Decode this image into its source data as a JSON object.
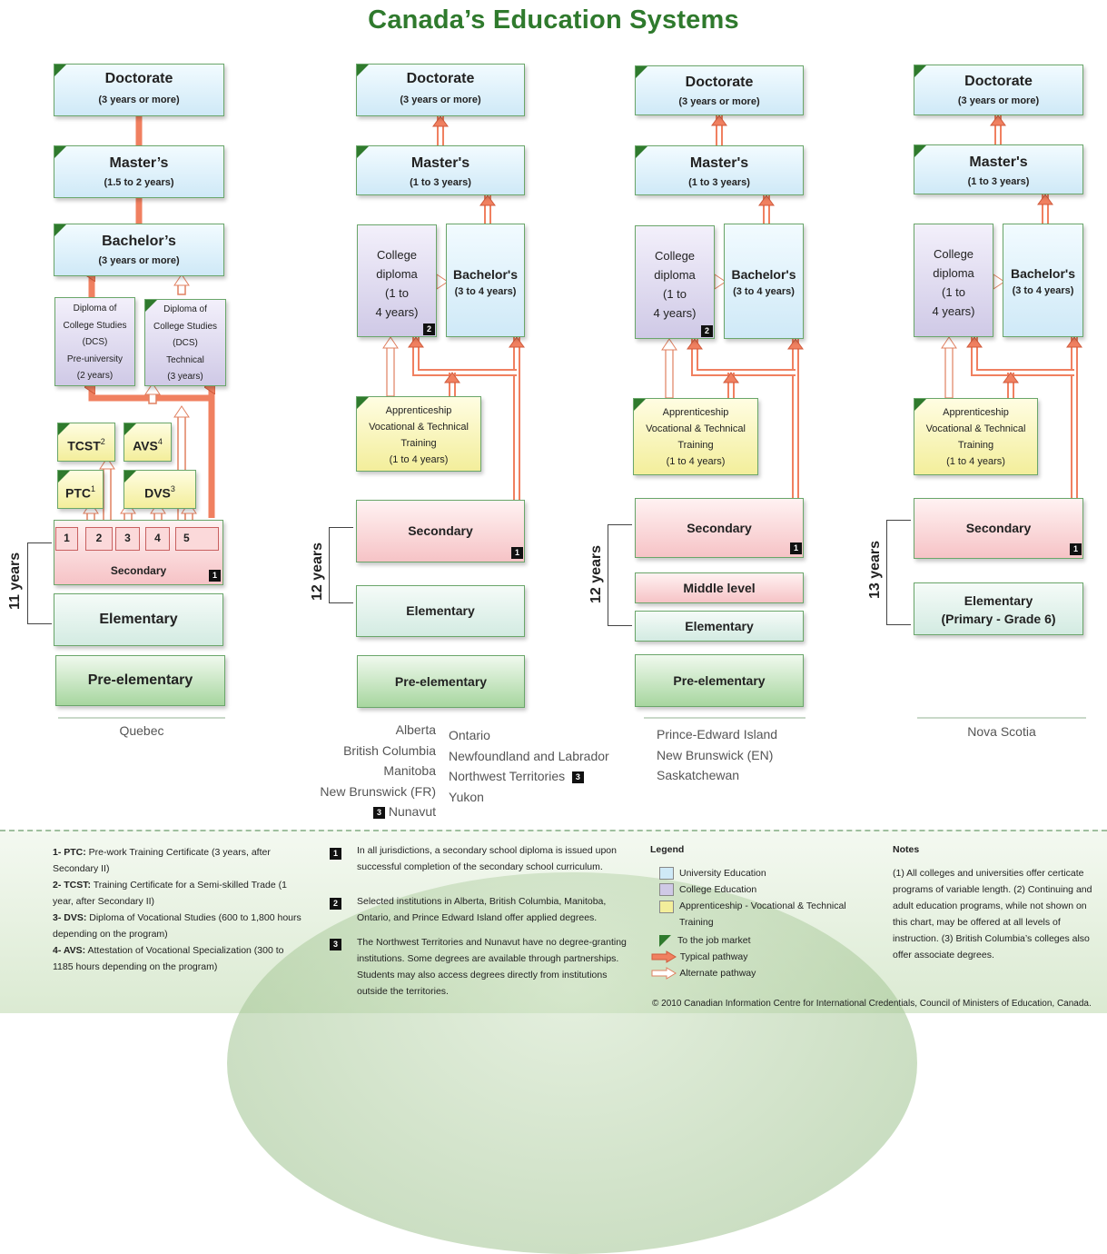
{
  "title": "Canada’s Education Systems",
  "common": {
    "doctorate": "Doctorate",
    "doctorate_years": "(3 years or more)",
    "masters": "Master’s",
    "masters_alt": "Master's",
    "masters_years_a": "(1.5 to 2 years)",
    "masters_years_b": "(1 to 3 years)",
    "bachelors": "Bachelor’s",
    "bachelors_alt": "Bachelor's",
    "bachelors_years_a": "(3 years or more)",
    "bachelors_years_b": "(3 to 4 years)",
    "college_l1": "College",
    "college_l2": "diploma",
    "college_l3": "(1 to",
    "college_l4": "4 years)",
    "app_l1": "Apprenticeship",
    "app_l2": "Vocational & Technical",
    "app_l3": "Training",
    "app_l4": "(1 to 4 years)",
    "secondary": "Secondary",
    "middle": "Middle level",
    "elementary": "Elementary",
    "elementary_ns_l1": "Elementary",
    "elementary_ns_l2": "(Primary - Grade 6)",
    "preelementary": "Pre-elementary"
  },
  "quebec": {
    "dcs_pre": [
      "Diploma of",
      "College Studies",
      "(DCS)",
      "Pre-university",
      "(2 years)"
    ],
    "dcs_tech": [
      "Diploma of",
      "College Studies",
      "(DCS)",
      "Technical",
      "(3 years)"
    ],
    "tcst": "TCST",
    "tcst_sup": "2",
    "avs": "AVS",
    "avs_sup": "4",
    "ptc": "PTC",
    "ptc_sup": "1",
    "dvs": "DVS",
    "dvs_sup": "3",
    "grades": [
      "1",
      "2",
      "3",
      "4",
      "5"
    ],
    "years": "11 years",
    "label": "Quebec"
  },
  "years_12": "12 years",
  "years_13": "13 years",
  "badges": {
    "one": "1",
    "two": "2",
    "three": "3"
  },
  "provinces": {
    "group2_left": [
      "Alberta",
      "British Columbia",
      "Manitoba",
      "New Brunswick (FR)",
      "Nunavut"
    ],
    "group2_right": [
      "Ontario",
      "Newfoundland and Labrador",
      "Northwest Territories",
      "Yukon"
    ],
    "group3": [
      "Prince-Edward Island",
      "New Brunswick (EN)",
      "Saskatchewan"
    ],
    "group4": [
      "Nova Scotia"
    ]
  },
  "footnotes": [
    {
      "key": "1- PTC:",
      "text": "Pre-work Training Certificate (3 years, after Secondary II)"
    },
    {
      "key": "2- TCST:",
      "text": " Training Certificate for a Semi-skilled Trade (1 year, after Secondary II)"
    },
    {
      "key": "3- DVS:",
      "text": "Diploma of Vocational Studies (600 to 1,800 hours depending on the program)"
    },
    {
      "key": "4- AVS:",
      "text": "Attestation of Vocational Specialization (300 to 1185 hours depending on the program)"
    }
  ],
  "numbered_notes": [
    "In all jurisdictions, a secondary school diploma is issued upon successful completion of the secondary school curriculum.",
    "Selected institutions in Alberta, British Columbia, Manitoba, Ontario, and Prince Edward Island offer applied degrees.",
    "The Northwest Territories and Nunavut have no degree-granting institutions. Some degrees are available through partnerships. Students may also access degrees directly from institutions outside the territories."
  ],
  "legend": {
    "title": "Legend",
    "items": [
      {
        "label": "University Education",
        "color": "#cfe9f7"
      },
      {
        "label": "College Education",
        "color": "#cfc9e6"
      },
      {
        "label": "Apprenticeship - Vocational & Technical Training",
        "color": "#f3ee9b"
      }
    ],
    "job_market": "To the job market",
    "typical": "Typical pathway",
    "alternate": "Alternate pathway"
  },
  "notes": {
    "title": "Notes",
    "text": "(1) All colleges and universities offer certicate programs of variable length. (2) Continuing and adult education programs, while not shown on this chart, may be offered at all levels of instruction. (3) British Columbia’s colleges also offer associate degrees."
  },
  "copyright": "© 2010 Canadian Information Centre for International Credentials, Council of Ministers of Education, Canada.",
  "colors": {
    "title": "#2f7a2d",
    "typical": "#f08060",
    "alternate": "#ffffff"
  }
}
